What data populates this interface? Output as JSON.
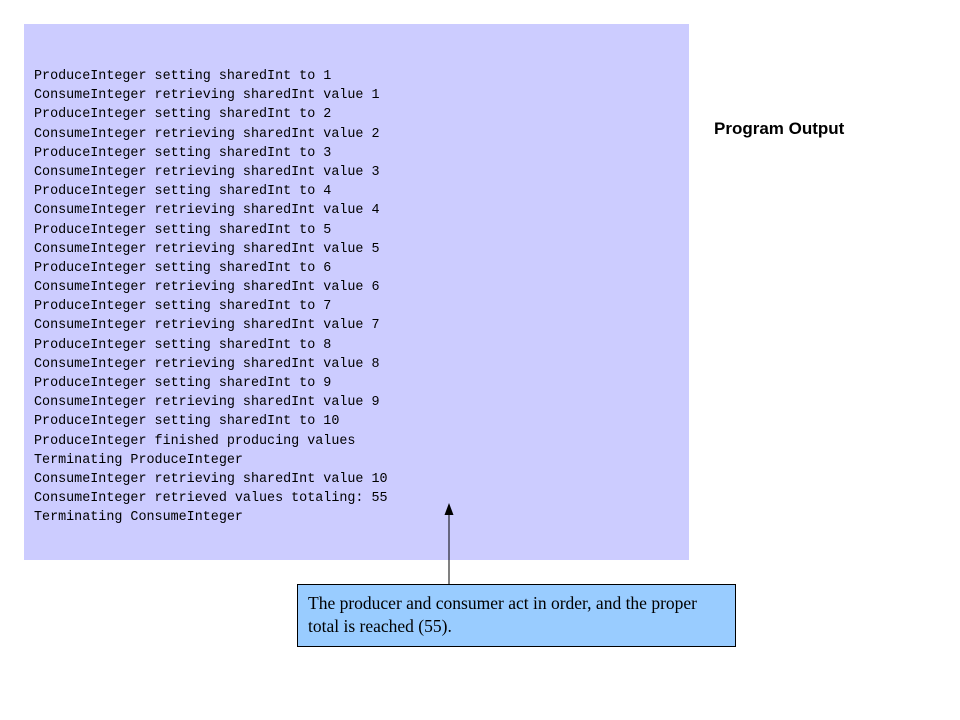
{
  "program_output": {
    "label": "Program Output",
    "lines": [
      "ProduceInteger setting sharedInt to 1",
      "ConsumeInteger retrieving sharedInt value 1",
      "ProduceInteger setting sharedInt to 2",
      "ConsumeInteger retrieving sharedInt value 2",
      "ProduceInteger setting sharedInt to 3",
      "ConsumeInteger retrieving sharedInt value 3",
      "ProduceInteger setting sharedInt to 4",
      "ConsumeInteger retrieving sharedInt value 4",
      "ProduceInteger setting sharedInt to 5",
      "ConsumeInteger retrieving sharedInt value 5",
      "ProduceInteger setting sharedInt to 6",
      "ConsumeInteger retrieving sharedInt value 6",
      "ProduceInteger setting sharedInt to 7",
      "ConsumeInteger retrieving sharedInt value 7",
      "ProduceInteger setting sharedInt to 8",
      "ConsumeInteger retrieving sharedInt value 8",
      "ProduceInteger setting sharedInt to 9",
      "ConsumeInteger retrieving sharedInt value 9",
      "ProduceInteger setting sharedInt to 10",
      "ProduceInteger finished producing values",
      "Terminating ProduceInteger",
      "ConsumeInteger retrieving sharedInt value 10",
      "ConsumeInteger retrieved values totaling: 55",
      "Terminating ConsumeInteger"
    ]
  },
  "callout": {
    "text": "The producer and consumer act in order, and the proper total is reached (55)."
  },
  "colors": {
    "output_background": "#ccccff",
    "callout_background": "#99ccff",
    "text": "#000000"
  }
}
